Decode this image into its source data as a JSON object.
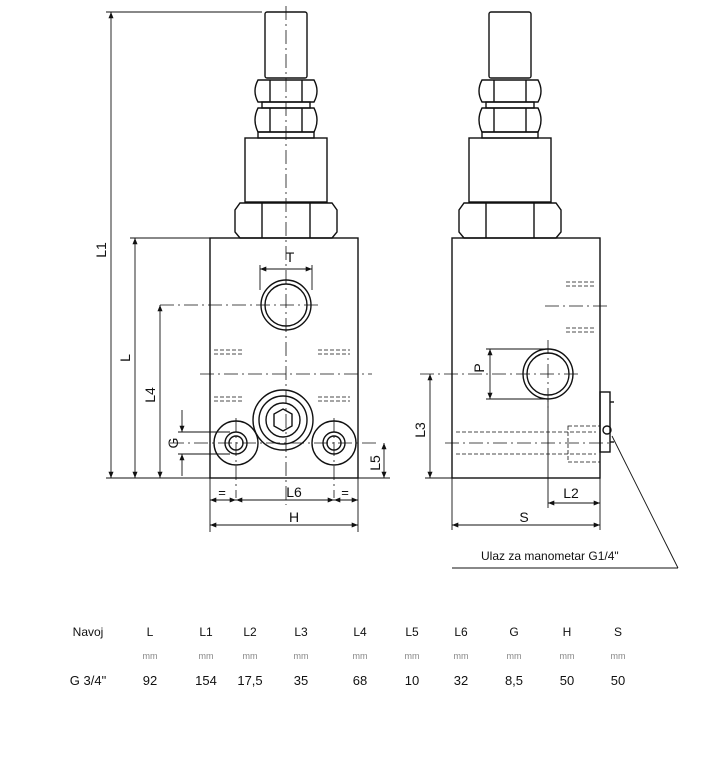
{
  "drawing": {
    "dims_front": {
      "L1": "L1",
      "L": "L",
      "L4": "L4",
      "G": "G",
      "T": "T",
      "L5": "L5",
      "L6": "L6",
      "H": "H",
      "eq_left": "=",
      "eq_right": "="
    },
    "dims_side": {
      "P": "P",
      "L3": "L3",
      "L2": "L2",
      "S": "S"
    },
    "gauge_port_note": "Ulaz za manometar G1/4\""
  },
  "table": {
    "headers": [
      "Navoj",
      "L",
      "L1",
      "L2",
      "L3",
      "L4",
      "L5",
      "L6",
      "G",
      "H",
      "S"
    ],
    "units": [
      "",
      "mm",
      "mm",
      "mm",
      "mm",
      "mm",
      "mm",
      "mm",
      "mm",
      "mm",
      "mm"
    ],
    "row": [
      "G 3/4\"",
      "92",
      "154",
      "17,5",
      "35",
      "68",
      "10",
      "32",
      "8,5",
      "50",
      "50"
    ]
  }
}
